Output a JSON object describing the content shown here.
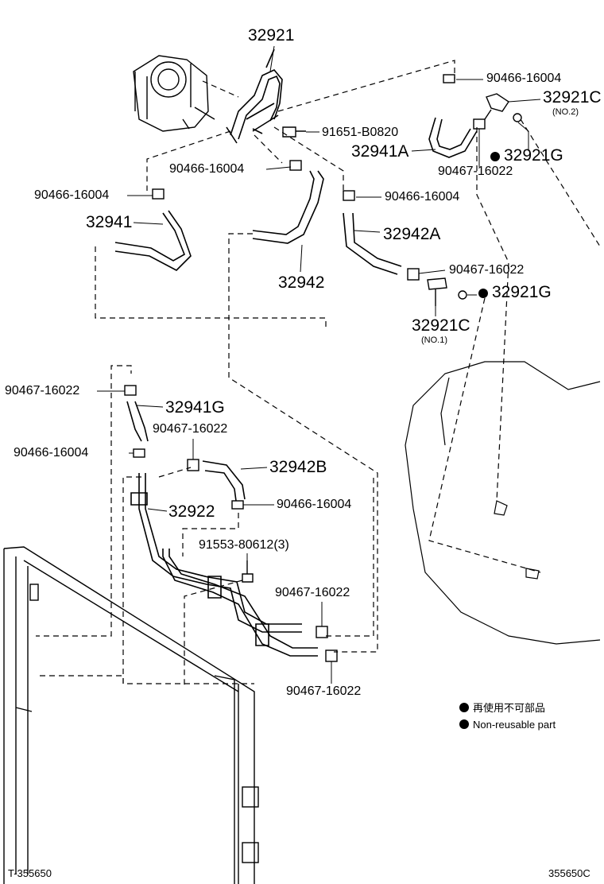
{
  "labels": {
    "p32921": "32921",
    "p90466_16004_a": "90466-16004",
    "p32921C": "32921C",
    "p32921C_no2": "(NO.2)",
    "p91651_B0820": "91651-B0820",
    "p32941A": "32941A",
    "p32921G_a": "32921G",
    "p90467_16022_a": "90467-16022",
    "p90466_16004_b": "90466-16004",
    "p90466_16004_c": "90466-16004",
    "p90466_16004_d": "90466-16004",
    "p32941": "32941",
    "p32942A": "32942A",
    "p90467_16022_b": "90467-16022",
    "p32942": "32942",
    "p32921G_b": "32921G",
    "p32921C_2": "32921C",
    "p32921C_no1": "(NO.1)",
    "p90467_16022_c": "90467-16022",
    "p32941G": "32941G",
    "p90467_16022_d": "90467-16022",
    "p90466_16004_e": "90466-16004",
    "p32942B": "32942B",
    "p32922": "32922",
    "p90466_16004_f": "90466-16004",
    "p91553_80612": "91553-80612(3)",
    "p90467_16022_e": "90467-16022",
    "p90467_16022_f": "90467-16022"
  },
  "legend": {
    "line1": "再使用不可部品",
    "line2": "Non-reusable part"
  },
  "footer": {
    "left": "T-355650",
    "right": "355650C"
  }
}
